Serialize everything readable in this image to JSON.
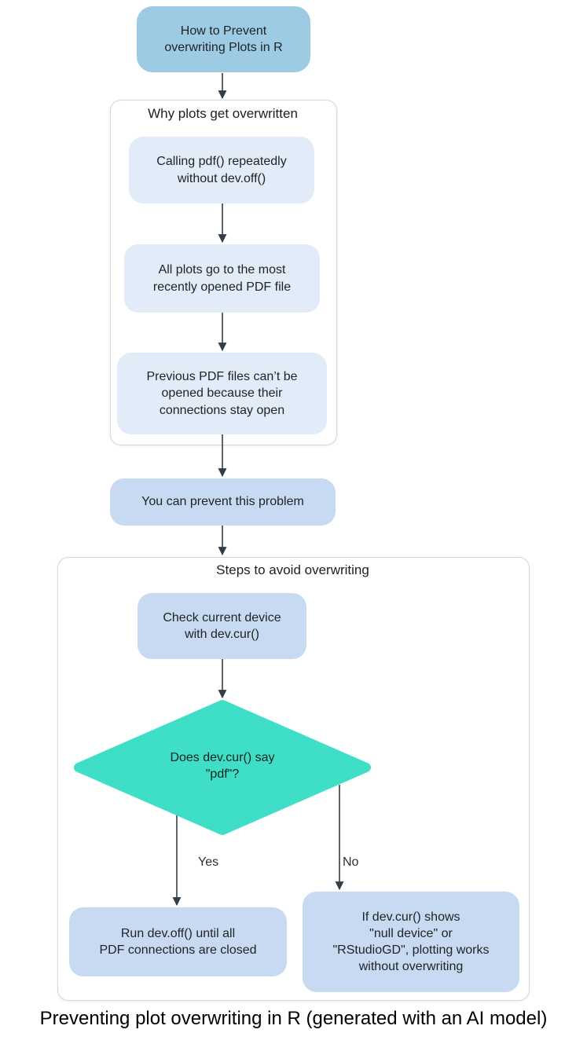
{
  "caption": "Preventing plot overwriting in R (generated with an AI model)",
  "flowchart": {
    "root_node": {
      "label": "How to Prevent\noverwriting Plots in R"
    },
    "group_why": {
      "title": "Why plots get overwritten",
      "node_calling": {
        "label": "Calling pdf() repeatedly\nwithout dev.off()"
      },
      "node_all_plots": {
        "label": "All plots go to the most\nrecently opened PDF file"
      },
      "node_previous": {
        "label": "Previous PDF files can’t be\nopened because their\nconnections stay open"
      }
    },
    "node_prevent": {
      "label": "You can prevent this problem"
    },
    "group_steps": {
      "title": "Steps to avoid overwriting",
      "node_check": {
        "label": "Check current device\nwith dev.cur()"
      },
      "decision": {
        "label": "Does dev.cur() say\n\"pdf\"?"
      },
      "edge_yes": {
        "label": "Yes"
      },
      "edge_no": {
        "label": "No"
      },
      "node_yes": {
        "label": "Run dev.off() until all\nPDF connections are closed"
      },
      "node_no": {
        "label": "If dev.cur() shows\n\"null device\" or\n\"RStudioGD\", plotting works\nwithout overwriting"
      }
    },
    "colors": {
      "root_fill": "#9dcbe3",
      "light_fill": "#e2ebf8",
      "medium_fill": "#c7daf1",
      "decision_fill": "#3fdec7",
      "group_border": "#d6d6d6",
      "edge": "#333d47",
      "text": "#212427"
    }
  }
}
